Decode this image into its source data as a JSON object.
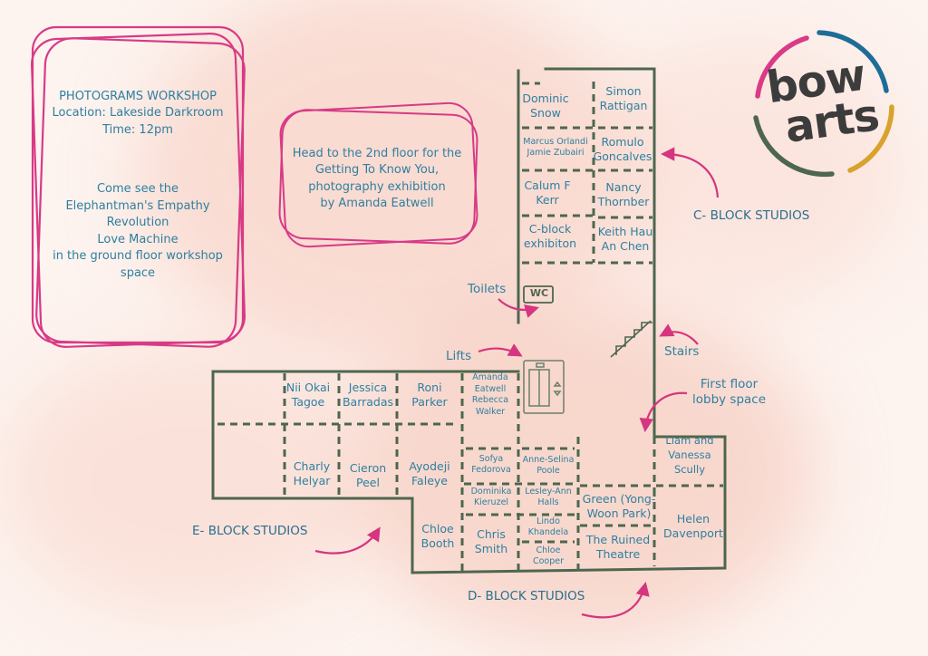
{
  "logo": {
    "line1": "bow",
    "line2": "arts",
    "colors": {
      "pink": "#d93b87",
      "blue": "#1e6d96",
      "yellow": "#d9a22c",
      "green": "#4e6650"
    }
  },
  "colors": {
    "wall": "#4e6650",
    "text": "#2f7fa0",
    "frame": "#d83a86",
    "arrow": "#d6357f"
  },
  "notes": {
    "workshop": {
      "title": "PHOTOGRAMS WORKSHOP",
      "location": "Location: Lakeside Darkroom",
      "time": "Time: 12pm",
      "line1": "Come see the",
      "line2": "Elephantman's Empathy",
      "line3": "Revolution",
      "line4": "Love Machine",
      "line5": "in the ground floor workshop",
      "line6": "space"
    },
    "second_floor": {
      "line1": "Head to the 2nd floor for the",
      "line2": "Getting To Know You,",
      "line3": "photography exhibition",
      "line4": "by Amanda Eatwell"
    }
  },
  "labels": {
    "c_block": "C- BLOCK STUDIOS",
    "e_block": "E- BLOCK STUDIOS",
    "d_block": "D- BLOCK STUDIOS",
    "toilets": "Toilets",
    "wc": "WC",
    "lifts": "Lifts",
    "stairs": "Stairs",
    "lobby1": "First floor",
    "lobby2": "lobby space"
  },
  "studios": {
    "c": [
      [
        "Dominic",
        "Snow"
      ],
      [
        "Simon",
        "Rattigan"
      ],
      [
        "Marcus Orlandi",
        "Jamie Zubairi"
      ],
      [
        "Romulo",
        "Goncalves"
      ],
      [
        "Calum F",
        "Kerr"
      ],
      [
        "Nancy",
        "Thornber"
      ],
      [
        "C-block",
        "exhibiton"
      ],
      [
        "Keith Hau",
        "An Chen"
      ]
    ],
    "e_top": [
      [
        "Nii Okai",
        "Tagoe"
      ],
      [
        "Jessica",
        "Barradas"
      ],
      [
        "Roni",
        "Parker"
      ],
      [
        "Amanda",
        "Eatwell",
        "Rebecca",
        "Walker"
      ]
    ],
    "e_bottom": [
      [
        "Charly",
        "Helyar"
      ],
      [
        "Cieron",
        "Peel"
      ],
      [
        "Ayodeji",
        "Faleye"
      ]
    ],
    "d": [
      [
        "Sofya",
        "Fedorova"
      ],
      [
        "Anne-Selina",
        "Poole"
      ],
      [
        "Dominika",
        "Kieruzel"
      ],
      [
        "Lesley-Ann",
        "Halls"
      ],
      [
        "Chloe",
        "Booth"
      ],
      [
        "Chris",
        "Smith"
      ],
      [
        "Lindo",
        "Khandela"
      ],
      [
        "Chloe",
        "Cooper"
      ],
      [
        "Green (Yong-",
        "Woon Park)"
      ],
      [
        "The Ruined",
        "Theatre"
      ],
      [
        "Liam and",
        "Vanessa",
        "Scully"
      ],
      [
        "Helen",
        "Davenport"
      ]
    ]
  }
}
